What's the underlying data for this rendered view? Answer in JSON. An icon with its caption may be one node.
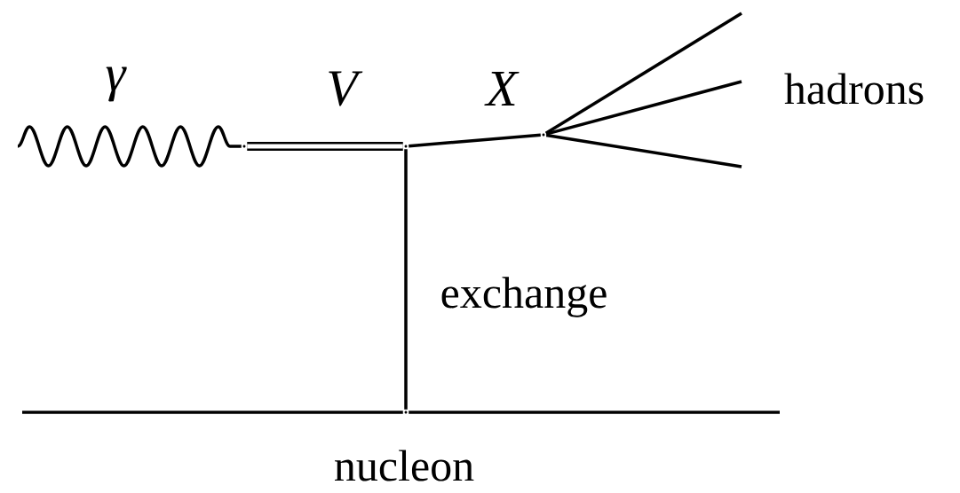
{
  "diagram": {
    "nodes": [
      {
        "text": [],
        "shape": "point"
      },
      {
        "text": [],
        "shape": "point"
      },
      {
        "text": [],
        "shape": "point"
      },
      {
        "text": [],
        "shape": "point"
      }
    ],
    "edges": [
      {
        "from": null,
        "to": 0,
        "arrow": "none",
        "label": "γ"
      },
      {
        "from": 0,
        "to": 1,
        "arrow": "none",
        "label": "V",
        "style": "thick"
      },
      {
        "from": 1,
        "to": 2,
        "arrow": "none",
        "label": "X"
      },
      {
        "from": 2,
        "to": null,
        "arrow": "none"
      },
      {
        "from": 2,
        "to": null,
        "arrow": "none"
      },
      {
        "from": 2,
        "to": null,
        "arrow": "none"
      },
      {
        "from": 1,
        "to": 3,
        "arrow": "none",
        "label": "exchange"
      },
      {
        "from": null,
        "to": 3,
        "arrow": "none"
      },
      {
        "from": 3,
        "to": null,
        "arrow": "none"
      }
    ],
    "labels": [
      "hadrons",
      "nucleon"
    ]
  }
}
